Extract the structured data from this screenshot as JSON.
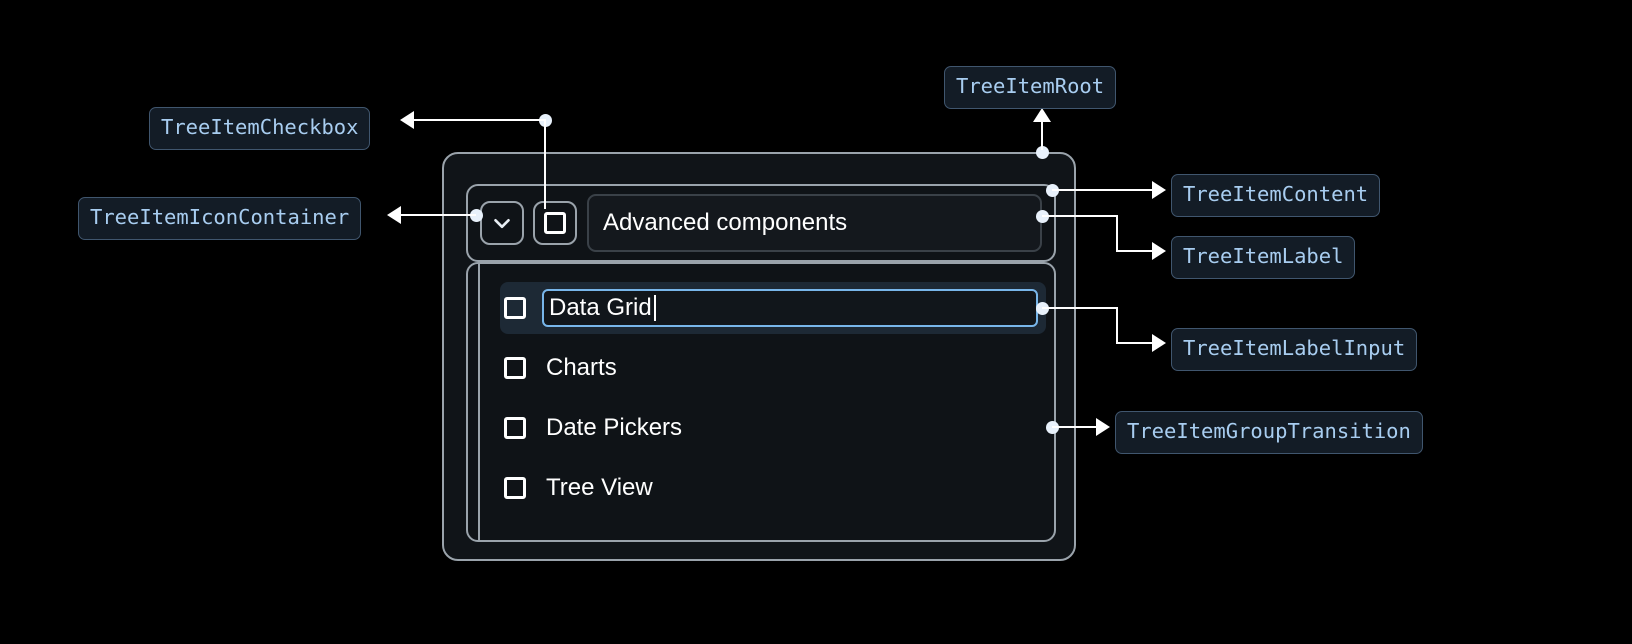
{
  "background": "#000000",
  "accent": "#a8cdf0",
  "chip_bg": "#131c26",
  "chip_border": "#40566e",
  "connector_color": "#ffffff",
  "widget": {
    "icon_container": {
      "icon": "chevron-down-icon"
    },
    "root_checkbox": {
      "icon": "checkbox-unchecked-icon",
      "checked": false
    },
    "root_label": "Advanced components",
    "group_items": [
      {
        "label": "Data Grid",
        "checked": false,
        "editing": true,
        "selected": true
      },
      {
        "label": "Charts",
        "checked": false,
        "editing": false,
        "selected": false
      },
      {
        "label": "Date Pickers",
        "checked": false,
        "editing": false,
        "selected": false
      },
      {
        "label": "Tree View",
        "checked": false,
        "editing": false,
        "selected": false
      }
    ]
  },
  "annotations": [
    {
      "id": "checkbox",
      "label": "TreeItemCheckbox"
    },
    {
      "id": "icon-container",
      "label": "TreeItemIconContainer"
    },
    {
      "id": "root",
      "label": "TreeItemRoot"
    },
    {
      "id": "content",
      "label": "TreeItemContent"
    },
    {
      "id": "label",
      "label": "TreeItemLabel"
    },
    {
      "id": "label-input",
      "label": "TreeItemLabelInput"
    },
    {
      "id": "group-transition",
      "label": "TreeItemGroupTransition"
    }
  ]
}
